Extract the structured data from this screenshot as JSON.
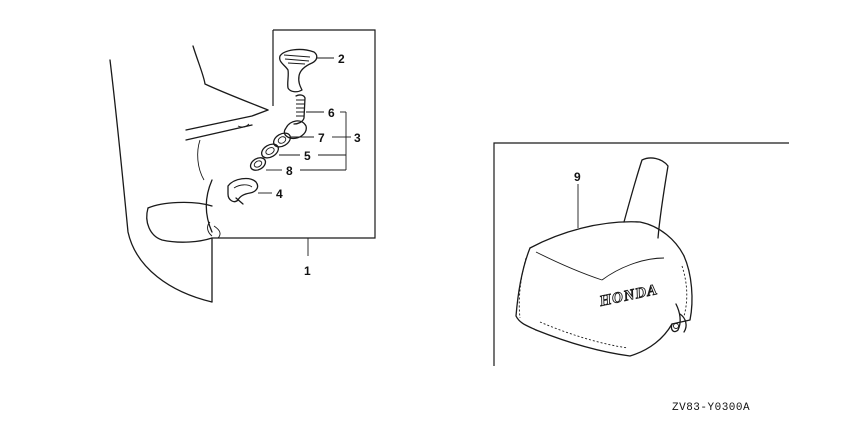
{
  "callouts": {
    "c1": "1",
    "c2": "2",
    "c3": "3",
    "c4": "4",
    "c5": "5",
    "c6": "6",
    "c7": "7",
    "c8": "8",
    "c9": "9"
  },
  "cover_brand": "HONDA",
  "drawing_code": "ZV83-Y0300A",
  "colors": {
    "ink": "#1a1a1a",
    "paper": "#ffffff"
  }
}
